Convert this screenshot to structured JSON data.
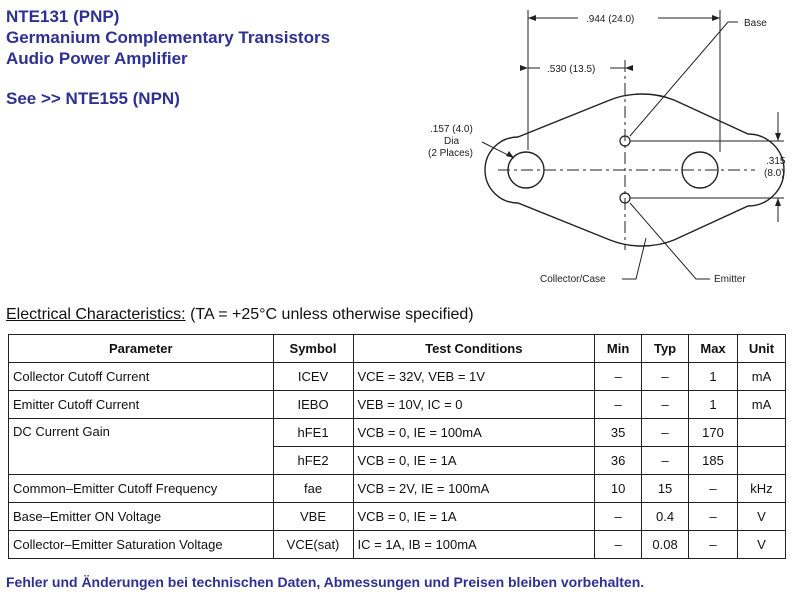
{
  "header": {
    "line1": "NTE131 (PNP)",
    "line2": "Germanium Complementary Transistors",
    "line3": "Audio Power Amplifier",
    "line4": "See >> NTE155 (NPN)"
  },
  "drawing": {
    "dim_overall": ".944 (24.0)",
    "dim_mount": ".530 (13.5)",
    "hole_dia_1": ".157 (4.0)",
    "hole_dia_2": "Dia",
    "hole_dia_3": "(2 Places)",
    "dim_pin_1": ".315",
    "dim_pin_2": "(8.0)",
    "label_base": "Base",
    "label_emitter": "Emitter",
    "label_collector": "Collector/Case"
  },
  "section": {
    "title": "Electrical Characteristics:",
    "condition": "(TA = +25°C unless otherwise specified)"
  },
  "table": {
    "headers": [
      "Parameter",
      "Symbol",
      "Test Conditions",
      "Min",
      "Typ",
      "Max",
      "Unit"
    ],
    "rows": [
      {
        "param": "Collector Cutoff Current",
        "symbol": "ICEV",
        "cond": "VCE = 32V, VEB = 1V",
        "min": "–",
        "typ": "–",
        "max": "1",
        "unit": "mA"
      },
      {
        "param": "Emitter Cutoff Current",
        "symbol": "IEBO",
        "cond": "VEB = 10V, IC = 0",
        "min": "–",
        "typ": "–",
        "max": "1",
        "unit": "mA"
      },
      {
        "param": "DC Current Gain",
        "symbol": "hFE1",
        "cond": "VCB = 0, IE = 100mA",
        "min": "35",
        "typ": "–",
        "max": "170",
        "unit": ""
      },
      {
        "param": "",
        "symbol": "hFE2",
        "cond": "VCB = 0, IE = 1A",
        "min": "36",
        "typ": "–",
        "max": "185",
        "unit": ""
      },
      {
        "param": "Common–Emitter Cutoff Frequency",
        "symbol": "fae",
        "cond": "VCB = 2V, IE = 100mA",
        "min": "10",
        "typ": "15",
        "max": "–",
        "unit": "kHz"
      },
      {
        "param": "Base–Emitter ON Voltage",
        "symbol": "VBE",
        "cond": "VCB = 0, IE = 1A",
        "min": "–",
        "typ": "0.4",
        "max": "–",
        "unit": "V"
      },
      {
        "param": "Collector–Emitter Saturation Voltage",
        "symbol": "VCE(sat)",
        "cond": "IC = 1A, IB = 100mA",
        "min": "–",
        "typ": "0.08",
        "max": "–",
        "unit": "V"
      }
    ]
  },
  "footer": "Fehler und Änderungen bei technischen Daten, Abmessungen und Preisen bleiben vorbehalten."
}
